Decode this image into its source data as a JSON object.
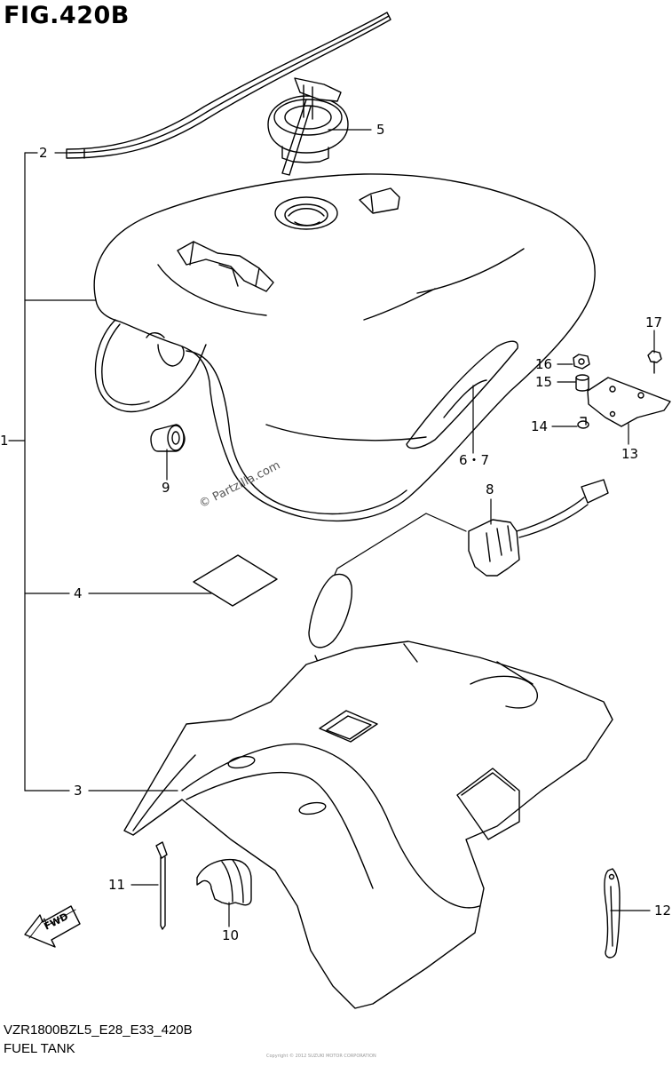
{
  "figure": {
    "title": "FIG.420B",
    "code": "VZR1800BZL5_E28_E33_420B",
    "caption": "FUEL TANK",
    "watermark": "© Partzilla.com",
    "footnote": "Copyright © 2012 SUZUKI MOTOR CORPORATION"
  },
  "arrow_label": "FWD",
  "callouts": {
    "c1": "1",
    "c2": "2",
    "c3": "3",
    "c4": "4",
    "c5": "5",
    "c67": "6・7",
    "c8": "8",
    "c9": "9",
    "c10": "10",
    "c11": "11",
    "c12": "12",
    "c13": "13",
    "c14": "14",
    "c15": "15",
    "c16": "16",
    "c17": "17"
  },
  "colors": {
    "line": "#000000",
    "background": "#ffffff",
    "watermark": "#555555"
  }
}
